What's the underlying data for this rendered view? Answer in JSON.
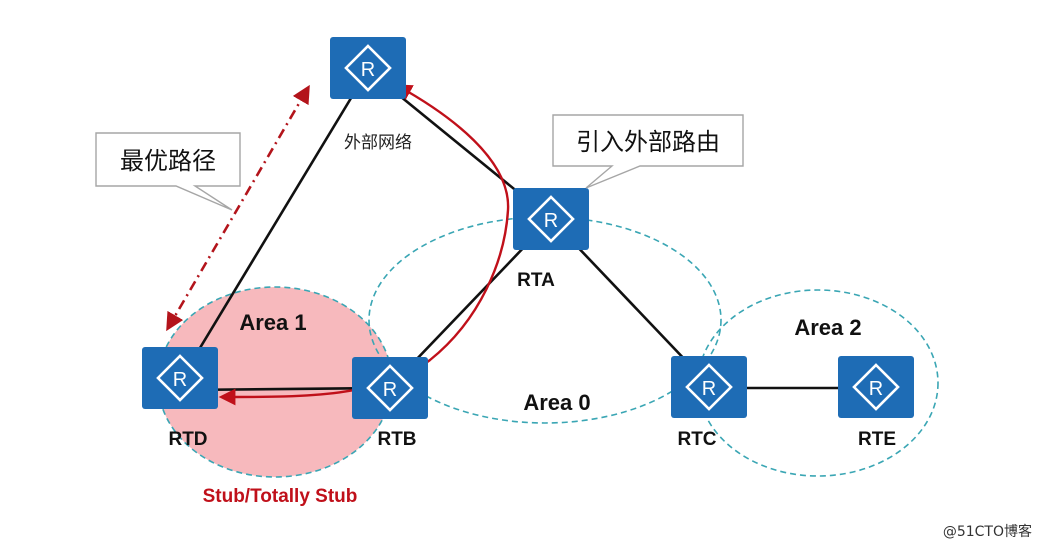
{
  "colors": {
    "router_fill": "#1e6cb5",
    "router_symbol": "#ffffff",
    "link": "#111111",
    "area_dash": "#3aa6b4",
    "stub_fill": "#f7b9bd",
    "path_red": "#c0101a",
    "best_path": "#b3141b",
    "callout_border": "#a6a6a6"
  },
  "routers": [
    {
      "id": "ext",
      "icon": "router-icon",
      "label": "外部网络"
    },
    {
      "id": "rta",
      "icon": "router-icon",
      "label": "RTA"
    },
    {
      "id": "rtb",
      "icon": "router-icon",
      "label": "RTB"
    },
    {
      "id": "rtc",
      "icon": "router-icon",
      "label": "RTC"
    },
    {
      "id": "rtd",
      "icon": "router-icon",
      "label": "RTD"
    },
    {
      "id": "rte",
      "icon": "router-icon",
      "label": "RTE"
    }
  ],
  "areas": {
    "area0": "Area 0",
    "area1": "Area 1",
    "area2": "Area 2"
  },
  "stub_label": "Stub/Totally Stub",
  "callouts": {
    "best_path": "最优路径",
    "import_external": "引入外部路由"
  },
  "watermark": "@51CTO博客"
}
